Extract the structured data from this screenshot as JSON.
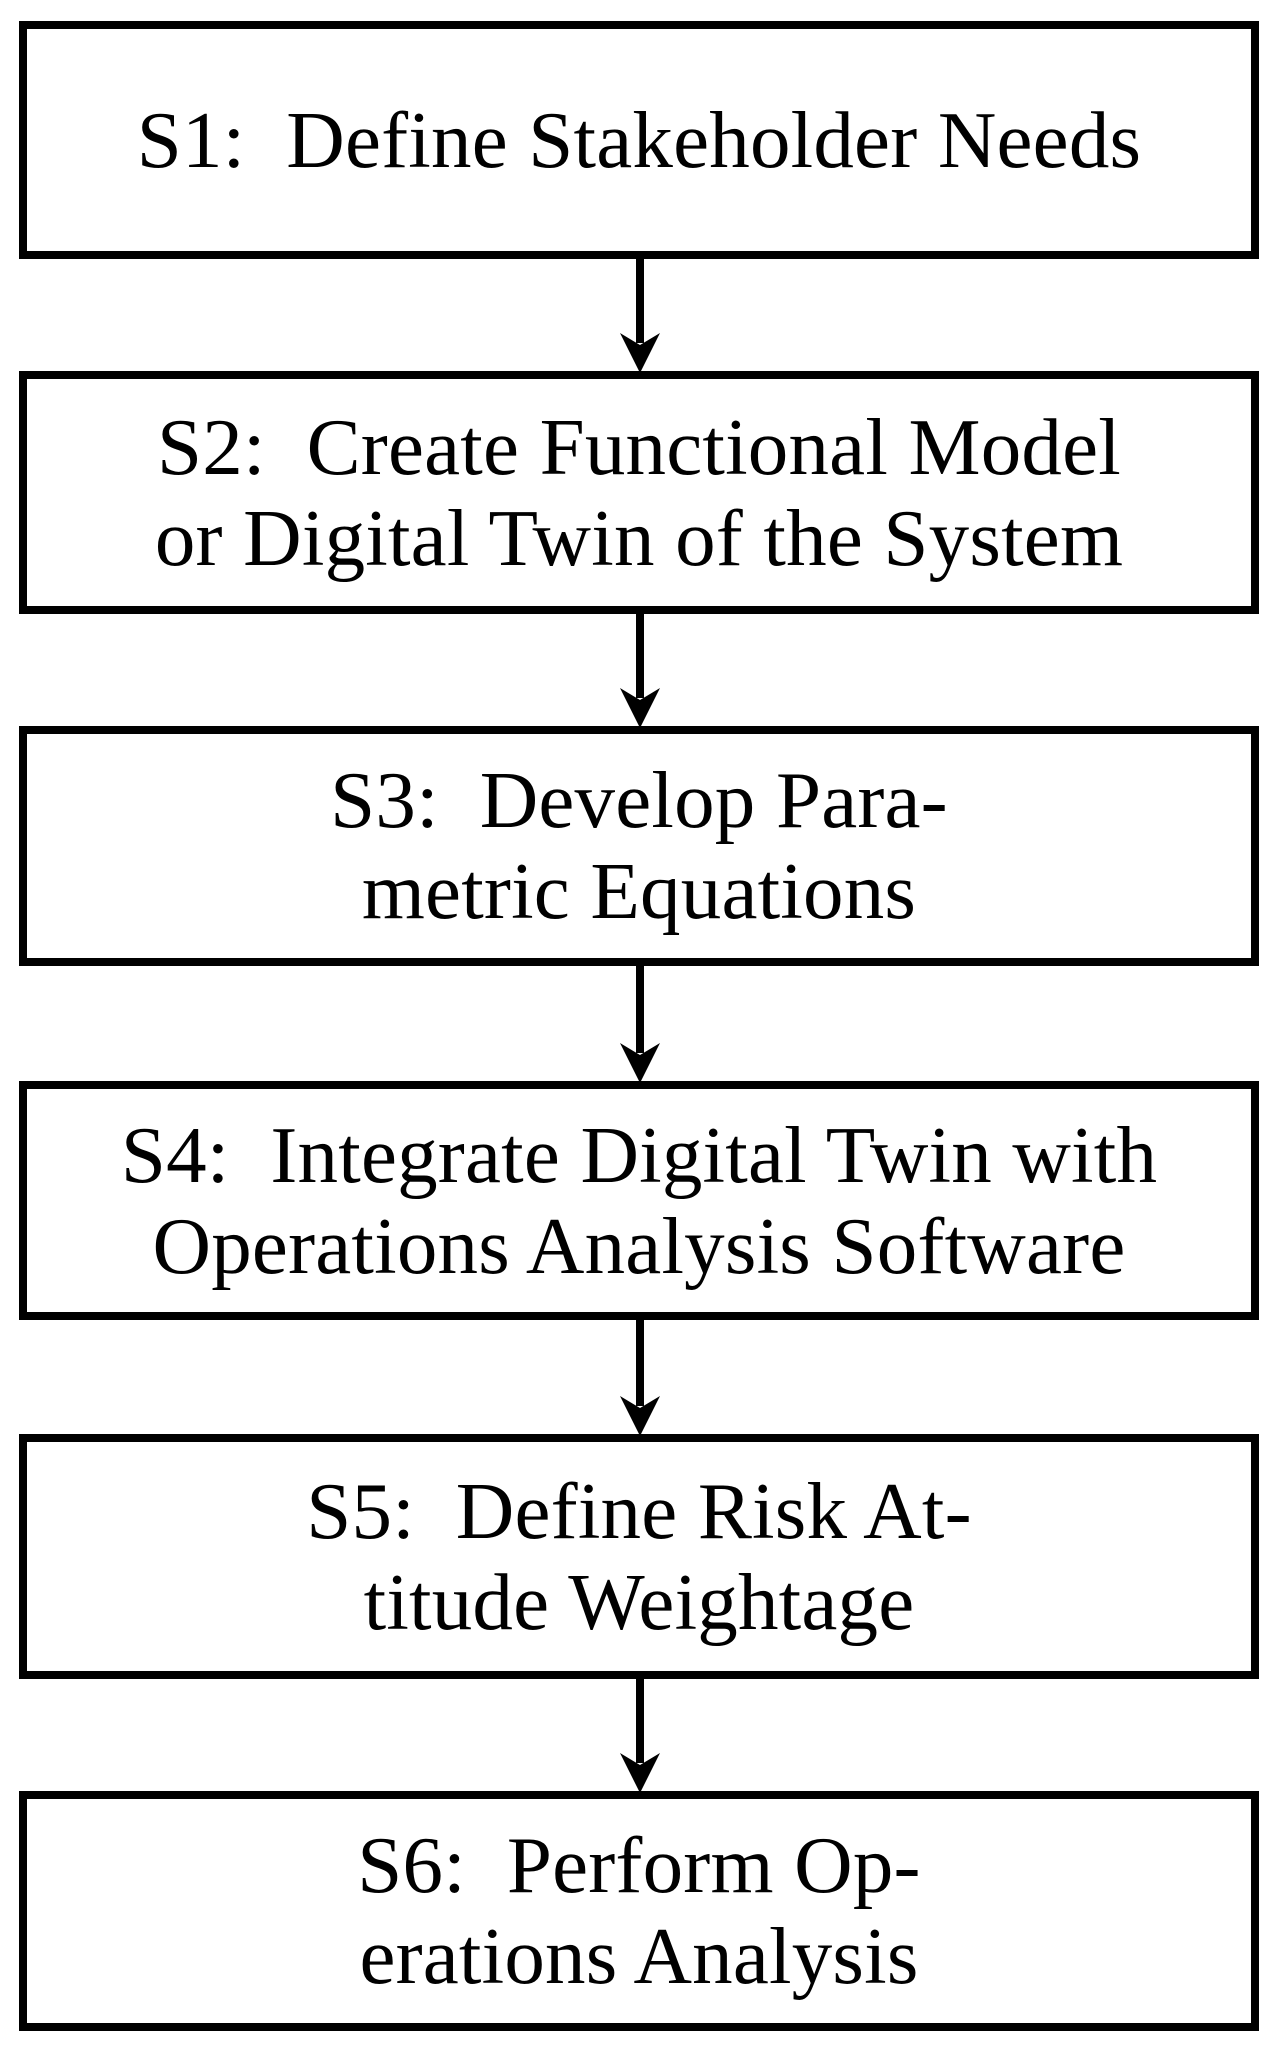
{
  "diagram": {
    "type": "vertical-flowchart",
    "title": "",
    "orientation": "top-to-bottom",
    "colors": {
      "background": "#ffffff",
      "box_border": "#000000",
      "box_fill": "#ffffff",
      "text": "#000000",
      "arrow": "#000000"
    },
    "steps": [
      {
        "id": "S1",
        "lines": [
          "S1:  Define Stakeholder Needs"
        ],
        "text": "S1: Define Stakeholder Needs"
      },
      {
        "id": "S2",
        "lines": [
          "S2:  Create Functional Model",
          "or Digital Twin of the System"
        ],
        "text": "S2: Create Functional Model or Digital Twin of the System"
      },
      {
        "id": "S3",
        "lines": [
          "S3:  Develop Para-",
          "metric Equations"
        ],
        "text": "S3: Develop Parametric Equations"
      },
      {
        "id": "S4",
        "lines": [
          "S4:  Integrate Digital Twin with",
          "Operations Analysis Software"
        ],
        "text": "S4: Integrate Digital Twin with Operations Analysis Software"
      },
      {
        "id": "S5",
        "lines": [
          "S5:  Define Risk At-",
          "titude Weightage"
        ],
        "text": "S5: Define Risk Attitude Weightage"
      },
      {
        "id": "S6",
        "lines": [
          "S6:  Perform Op-",
          "erations Analysis"
        ],
        "text": "S6: Perform Operations Analysis"
      }
    ],
    "connectors": [
      {
        "from": "S1",
        "to": "S2",
        "icon": "down-arrow-icon"
      },
      {
        "from": "S2",
        "to": "S3",
        "icon": "down-arrow-icon"
      },
      {
        "from": "S3",
        "to": "S4",
        "icon": "down-arrow-icon"
      },
      {
        "from": "S4",
        "to": "S5",
        "icon": "down-arrow-icon"
      },
      {
        "from": "S5",
        "to": "S6",
        "icon": "down-arrow-icon"
      }
    ]
  }
}
